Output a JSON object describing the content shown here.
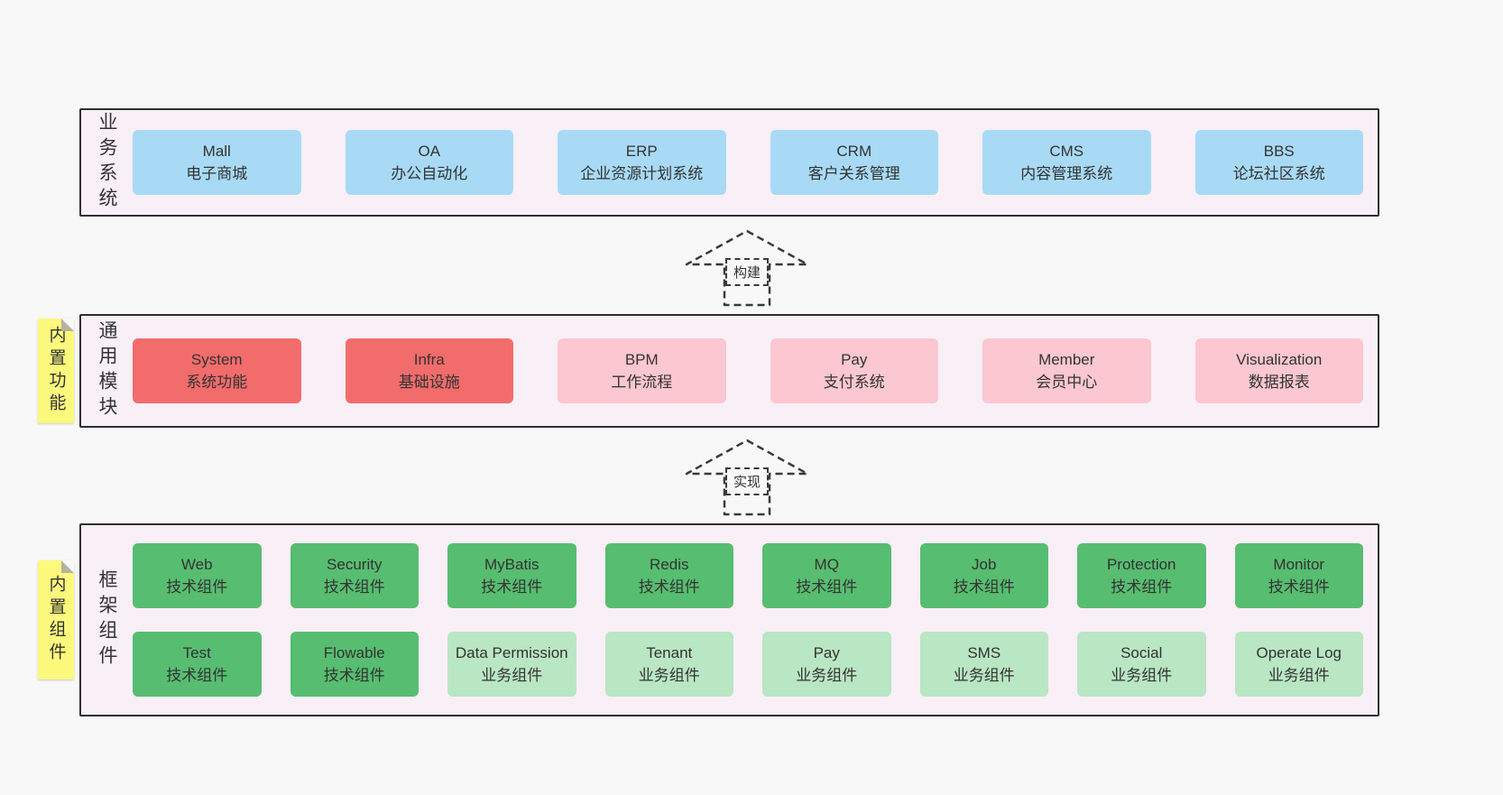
{
  "colors": {
    "page_bg": "#f8f8f8",
    "band_bg": "#f9eff7",
    "band_border": "#2f2f2f",
    "blue_box": "#a8daf5",
    "red_box": "#f26c6c",
    "pink_box": "#fbc7d0",
    "green_box": "#57bd70",
    "light_green_box": "#b9e6c3",
    "tab_yellow": "#fcf97d",
    "text": "#333333"
  },
  "arrows": {
    "build_label": "构建",
    "implement_label": "实现"
  },
  "business": {
    "side_label": "业务系统",
    "boxes": [
      {
        "title": "Mall",
        "subtitle": "电子商城"
      },
      {
        "title": "OA",
        "subtitle": "办公自动化"
      },
      {
        "title": "ERP",
        "subtitle": "企业资源计划系统"
      },
      {
        "title": "CRM",
        "subtitle": "客户关系管理"
      },
      {
        "title": "CMS",
        "subtitle": "内容管理系统"
      },
      {
        "title": "BBS",
        "subtitle": "论坛社区系统"
      }
    ]
  },
  "modules": {
    "side_label": "通用模块",
    "tab_label": "内置功能",
    "boxes": [
      {
        "title": "System",
        "subtitle": "系统功能"
      },
      {
        "title": "Infra",
        "subtitle": "基础设施"
      },
      {
        "title": "BPM",
        "subtitle": "工作流程"
      },
      {
        "title": "Pay",
        "subtitle": "支付系统"
      },
      {
        "title": "Member",
        "subtitle": "会员中心"
      },
      {
        "title": "Visualization",
        "subtitle": "数据报表"
      }
    ]
  },
  "components": {
    "side_label": "框架组件",
    "tab_label": "内置组件",
    "row1": [
      {
        "title": "Web",
        "subtitle": "技术组件"
      },
      {
        "title": "Security",
        "subtitle": "技术组件"
      },
      {
        "title": "MyBatis",
        "subtitle": "技术组件"
      },
      {
        "title": "Redis",
        "subtitle": "技术组件"
      },
      {
        "title": "MQ",
        "subtitle": "技术组件"
      },
      {
        "title": "Job",
        "subtitle": "技术组件"
      },
      {
        "title": "Protection",
        "subtitle": "技术组件"
      },
      {
        "title": "Monitor",
        "subtitle": "技术组件"
      }
    ],
    "row2": [
      {
        "title": "Test",
        "subtitle": "技术组件"
      },
      {
        "title": "Flowable",
        "subtitle": "技术组件"
      },
      {
        "title": "Data Permission",
        "subtitle": "业务组件"
      },
      {
        "title": "Tenant",
        "subtitle": "业务组件"
      },
      {
        "title": "Pay",
        "subtitle": "业务组件"
      },
      {
        "title": "SMS",
        "subtitle": "业务组件"
      },
      {
        "title": "Social",
        "subtitle": "业务组件"
      },
      {
        "title": "Operate Log",
        "subtitle": "业务组件"
      }
    ]
  }
}
